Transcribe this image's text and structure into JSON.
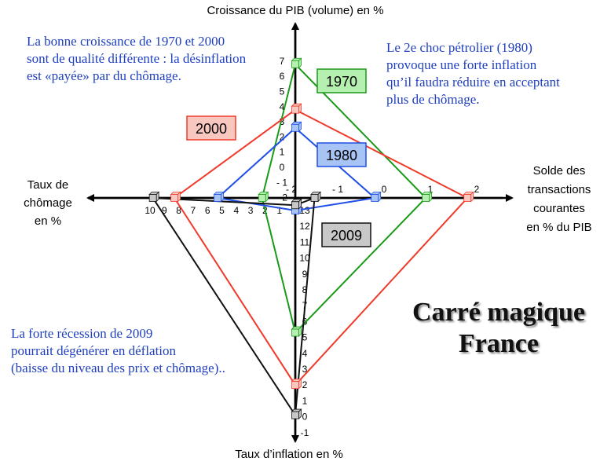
{
  "axes": {
    "top": "Croissance du PIB (volume) en %",
    "left": "Taux de\nchômage\nen %",
    "right": "Solde des\ntransactions\ncourantes\nen % du PIB",
    "bottom": "Taux d’inflation en %",
    "growth_ticks": [
      "7",
      "6",
      "5",
      "4",
      "3",
      "2",
      "1",
      "0",
      "- 1",
      "- 2"
    ],
    "unemployment_ticks": [
      "10",
      "9",
      "8",
      "7",
      "6",
      "5",
      "4",
      "3",
      "2",
      "1"
    ],
    "balance_ticks": [
      "- 2",
      "- 1",
      "0",
      "1",
      "2"
    ],
    "inflation_ticks": [
      "13",
      "12",
      "11",
      "10",
      "9",
      "8",
      "7",
      "6",
      "5",
      "4",
      "3",
      "2",
      "1",
      "0",
      "-1"
    ]
  },
  "series": [
    {
      "name": "1970",
      "color": "#1a9a1a",
      "fill": "#b6f0b0",
      "growth": 6.8,
      "balance": 0.9,
      "inflation": 5.3,
      "unemployment": 2.2
    },
    {
      "name": "1980",
      "color": "#1f4fe6",
      "fill": "#a7c4f5",
      "growth": 2.6,
      "balance": -0.2,
      "inflation": 13.0,
      "unemployment": 5.3
    },
    {
      "name": "2000",
      "color": "#f03a2a",
      "fill": "#f8c8c0",
      "growth": 3.8,
      "balance": 1.8,
      "inflation": 2.0,
      "unemployment": 8.3
    },
    {
      "name": "2009",
      "color": "#111111",
      "fill": "#c8c8c8",
      "growth": -2.5,
      "balance": -1.5,
      "inflation": 0.1,
      "unemployment": 9.8
    }
  ],
  "annotations": {
    "top_left": "La bonne croissance de 1970 et 2000\nsont de qualité différente : la désinflation\nest «payée» par du chômage.",
    "top_right": "Le 2e choc pétrolier (1980)\nprovoque une forte inflation\nqu’il faudra réduire en acceptant\nplus de chômage.",
    "bottom_left": "La forte récession de 2009\npourrait dégénérer en déflation\n(baisse du niveau des prix et chômage).."
  },
  "title": "Carré magique\nFrance"
}
